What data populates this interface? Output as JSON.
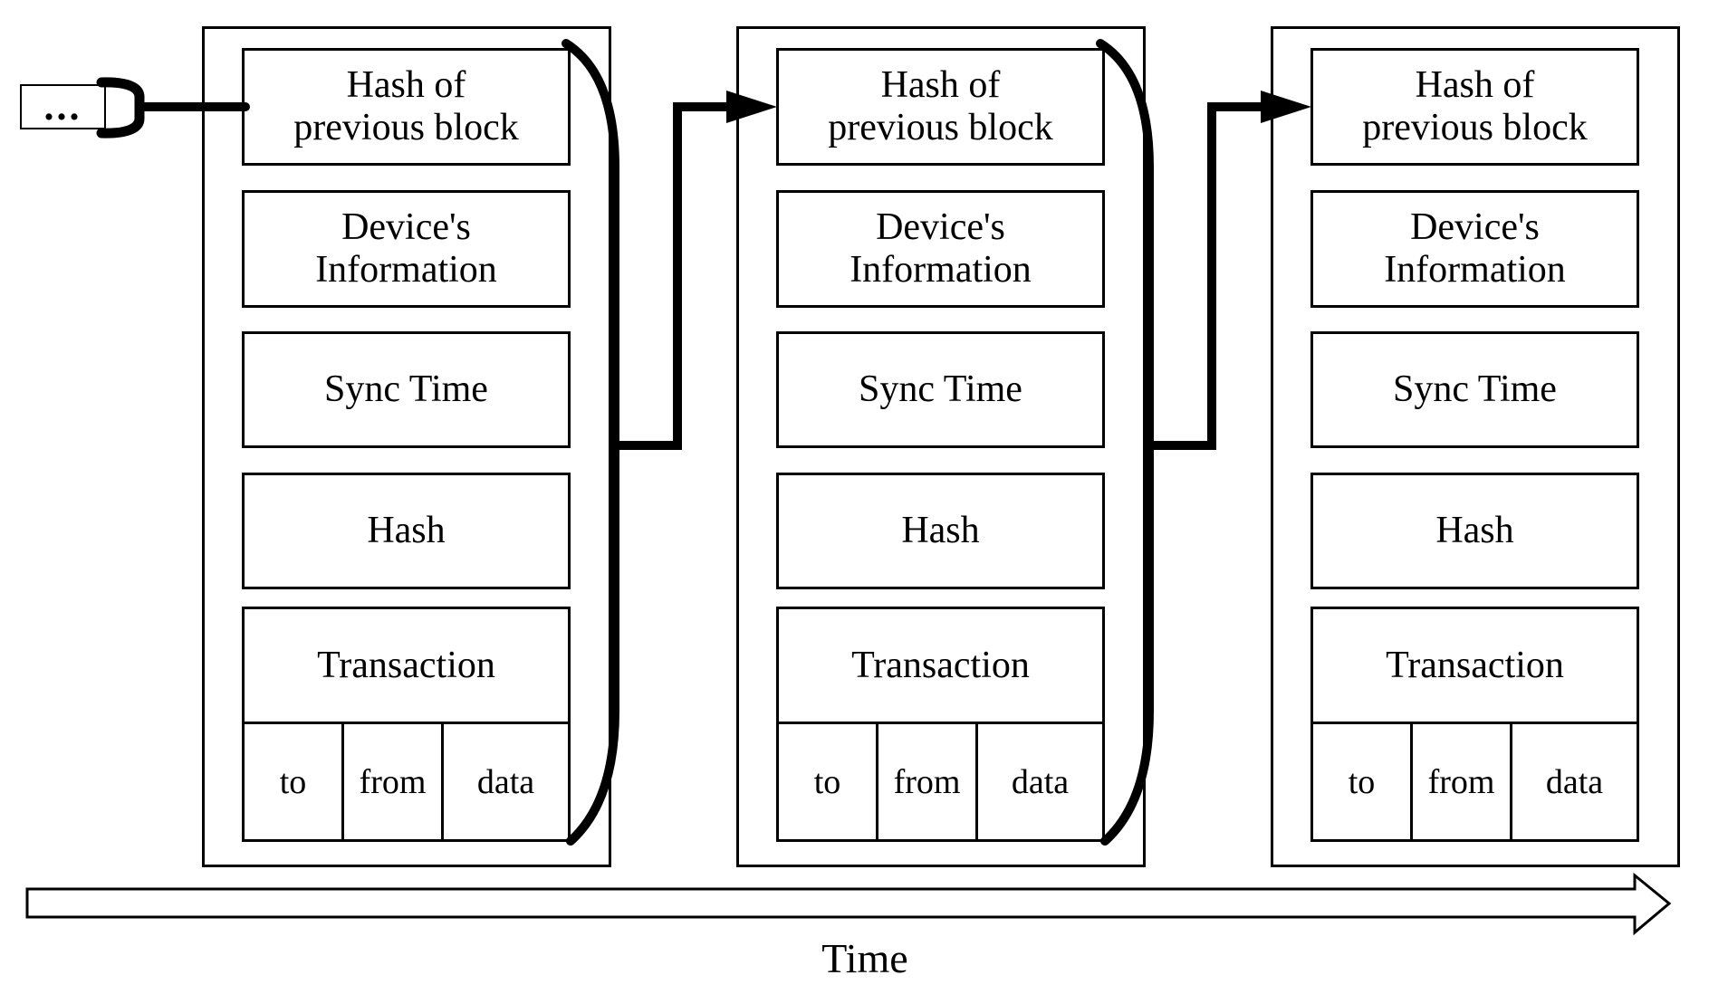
{
  "colors": {
    "ink": "#000000",
    "paper": "#ffffff"
  },
  "previous_chain": {
    "label": "..."
  },
  "blocks": [
    {
      "fields": [
        "Hash of\nprevious block",
        "Device's\nInformation",
        "Sync Time",
        "Hash"
      ],
      "transaction": {
        "label": "Transaction",
        "columns": [
          "to",
          "from",
          "data"
        ]
      }
    },
    {
      "fields": [
        "Hash of\nprevious block",
        "Device's\nInformation",
        "Sync Time",
        "Hash"
      ],
      "transaction": {
        "label": "Transaction",
        "columns": [
          "to",
          "from",
          "data"
        ]
      }
    },
    {
      "fields": [
        "Hash of\nprevious block",
        "Device's\nInformation",
        "Sync Time",
        "Hash"
      ],
      "transaction": {
        "label": "Transaction",
        "columns": [
          "to",
          "from",
          "data"
        ]
      }
    }
  ],
  "time_axis": {
    "label": "Time"
  }
}
